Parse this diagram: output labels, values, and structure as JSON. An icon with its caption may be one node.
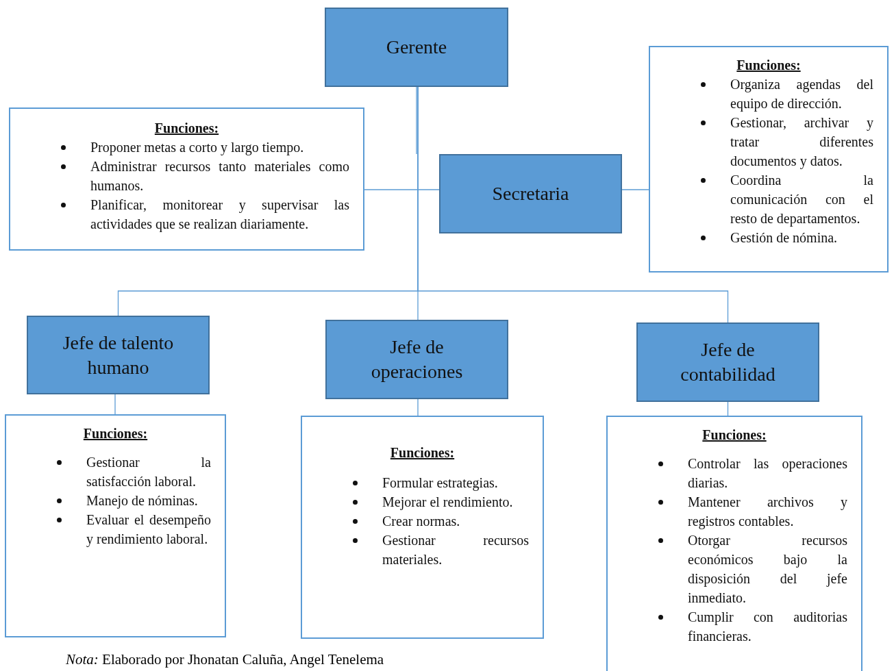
{
  "diagram": {
    "caption": "*Nota:* Elaborado por Jhonatan Caluña, Angel Tenelema",
    "nodes": [
      {
        "text": [
          "Gerente"
        ]
      },
      {
        "text": [
          "Funciones:",
          "Proponer metas a corto y largo tiempo.",
          "Administrar recursos tanto materiales como humanos.",
          "Planificar, monitorear y supervisar las actividades que se realizan diariamente."
        ]
      },
      {
        "text": [
          "Secretaria"
        ]
      },
      {
        "text": [
          "Funciones:",
          "Organiza agendas del equipo de dirección.",
          "Gestionar, archivar y tratar diferentes documentos y datos.",
          "Coordina la comunicación con el resto de departamentos.",
          "Gestión de nómina."
        ]
      },
      {
        "text": [
          "Jefe de talento humano"
        ]
      },
      {
        "text": [
          "Jefe de operaciones"
        ]
      },
      {
        "text": [
          "Jefe de contabilidad"
        ]
      },
      {
        "text": [
          "Funciones:",
          "Gestionar la satisfacción laboral.",
          "Manejo de nóminas.",
          "Evaluar el desempeño y rendimiento laboral."
        ]
      },
      {
        "text": [
          "Funciones:",
          "Formular estrategias.",
          "Mejorar el rendimiento.",
          "Crear normas.",
          "Gestionar recursos materiales."
        ]
      },
      {
        "text": [
          "Funciones:",
          "Controlar las operaciones diarias.",
          "Mantener archivos y registros contables.",
          "Otorgar recursos económicos bajo la disposición del jefe inmediato.",
          "Cumplir con auditorias financieras."
        ]
      }
    ],
    "edges": [
      {
        "from": 0,
        "to": 2,
        "arrow": "none"
      },
      {
        "from": 2,
        "to": 1,
        "arrow": "none"
      },
      {
        "from": 2,
        "to": 3,
        "arrow": "none"
      },
      {
        "from": 0,
        "to": 4,
        "arrow": "none"
      },
      {
        "from": 0,
        "to": 5,
        "arrow": "none"
      },
      {
        "from": 0,
        "to": 6,
        "arrow": "none"
      },
      {
        "from": 4,
        "to": 7,
        "arrow": "none"
      },
      {
        "from": 5,
        "to": 8,
        "arrow": "none"
      },
      {
        "from": 6,
        "to": 9,
        "arrow": "none"
      }
    ]
  }
}
